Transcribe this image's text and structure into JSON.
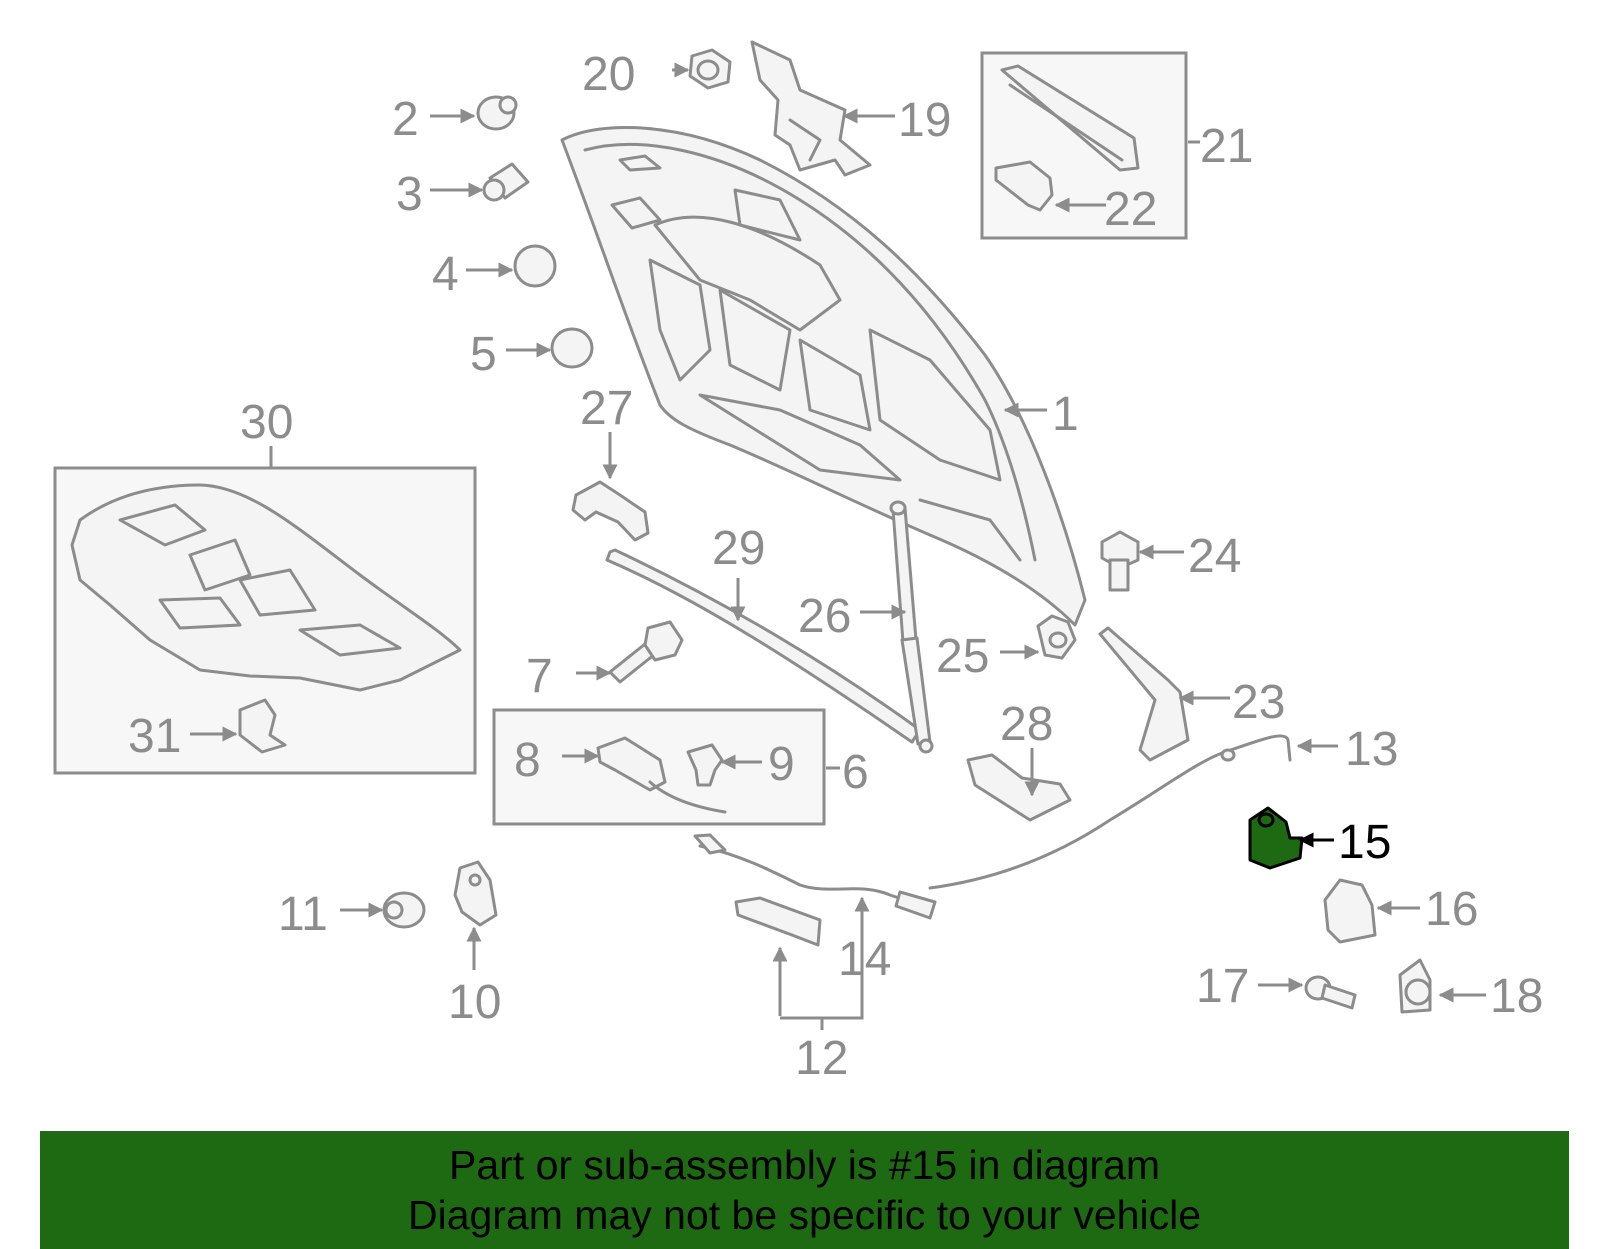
{
  "diagram": {
    "highlight_color": "#1e6a12",
    "highlighted_part": "15",
    "callouts": {
      "c1": "1",
      "c2": "2",
      "c3": "3",
      "c4": "4",
      "c5": "5",
      "c6": "6",
      "c7": "7",
      "c8": "8",
      "c9": "9",
      "c10": "10",
      "c11": "11",
      "c12": "12",
      "c13": "13",
      "c14": "14",
      "c15": "15",
      "c16": "16",
      "c17": "17",
      "c18": "18",
      "c19": "19",
      "c20": "20",
      "c21": "21",
      "c22": "22",
      "c23": "23",
      "c24": "24",
      "c25": "25",
      "c26": "26",
      "c27": "27",
      "c28": "28",
      "c29": "29",
      "c30": "30",
      "c31": "31"
    }
  },
  "banner": {
    "background": "#1e6a12",
    "line1": "Part or sub-assembly is #15 in diagram",
    "line2": "Diagram may not be specific to your vehicle"
  }
}
